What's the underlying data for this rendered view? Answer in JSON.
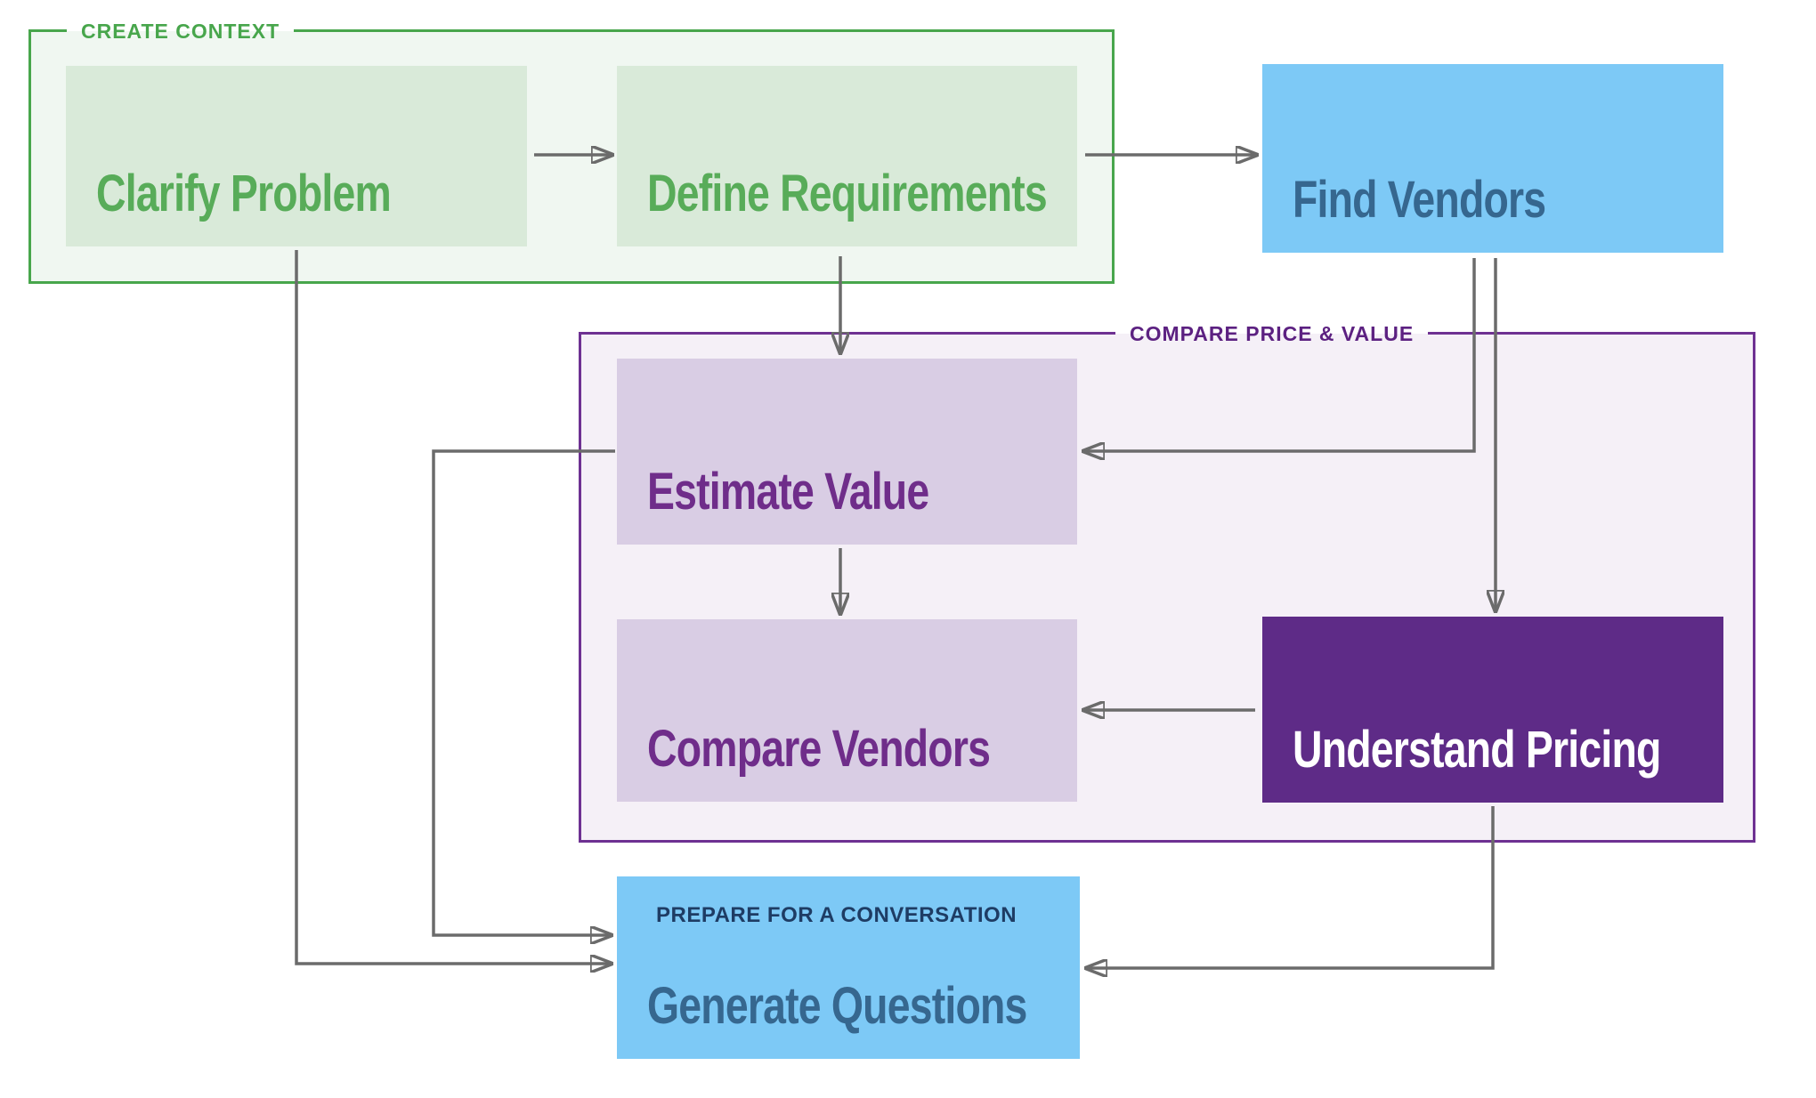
{
  "diagram": {
    "title": "vendor-evaluation-flow",
    "edge_color": "#6b6b6b",
    "background": "#ffffff"
  },
  "groups": {
    "create_context": {
      "label": "CREATE CONTEXT",
      "border_color": "#48a64c",
      "bg_color": "#f0f7f1",
      "label_color": "#48a64c"
    },
    "compare_price_value": {
      "label": "COMPARE PRICE & VALUE",
      "border_color": "#6e3192",
      "bg_color": "#f5f0f7",
      "label_color": "#5c2181"
    }
  },
  "nodes": {
    "clarify_problem": {
      "label": "Clarify Problem",
      "bg": "#d9ead9",
      "text_color": "#58ac59",
      "group": "create_context"
    },
    "define_requirements": {
      "label": "Define Requirements",
      "bg": "#d9ead9",
      "text_color": "#58ac59",
      "group": "create_context"
    },
    "find_vendors": {
      "label": "Find Vendors",
      "bg": "#7dc9f6",
      "text_color": "#36678f",
      "group": null
    },
    "estimate_value": {
      "label": "Estimate Value",
      "bg": "#d9cde4",
      "text_color": "#6f2d8a",
      "group": "compare_price_value"
    },
    "compare_vendors": {
      "label": "Compare Vendors",
      "bg": "#d9cde4",
      "text_color": "#6f2d8a",
      "group": "compare_price_value"
    },
    "understand_pricing": {
      "label": "Understand Pricing",
      "bg": "#5e2b87",
      "text_color": "#ffffff",
      "group": "compare_price_value"
    },
    "generate_questions": {
      "label": "Generate Questions",
      "sublabel": "PREPARE FOR A CONVERSATION",
      "bg": "#7dc9f6",
      "text_color": "#36678f",
      "sublabel_color": "#1e3c64",
      "group": null
    }
  },
  "edges": [
    {
      "from": "clarify_problem",
      "to": "define_requirements"
    },
    {
      "from": "define_requirements",
      "to": "find_vendors"
    },
    {
      "from": "define_requirements",
      "to": "estimate_value"
    },
    {
      "from": "find_vendors",
      "to": "estimate_value"
    },
    {
      "from": "find_vendors",
      "to": "understand_pricing"
    },
    {
      "from": "estimate_value",
      "to": "compare_vendors"
    },
    {
      "from": "understand_pricing",
      "to": "compare_vendors"
    },
    {
      "from": "estimate_value",
      "to": "generate_questions"
    },
    {
      "from": "clarify_problem",
      "to": "generate_questions"
    },
    {
      "from": "understand_pricing",
      "to": "generate_questions"
    }
  ]
}
